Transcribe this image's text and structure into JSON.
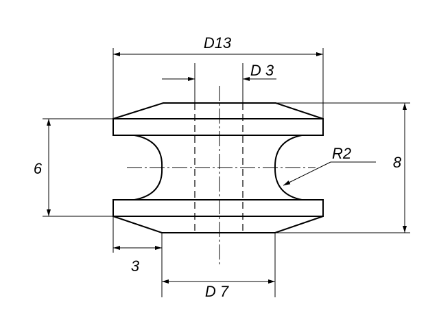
{
  "dimensions": {
    "outer_diameter": "D13",
    "hole_diameter": "D 3",
    "height": "8",
    "groove_height": "6",
    "radius": "R2",
    "flange_width": "3",
    "inner_diameter": "D 7"
  }
}
